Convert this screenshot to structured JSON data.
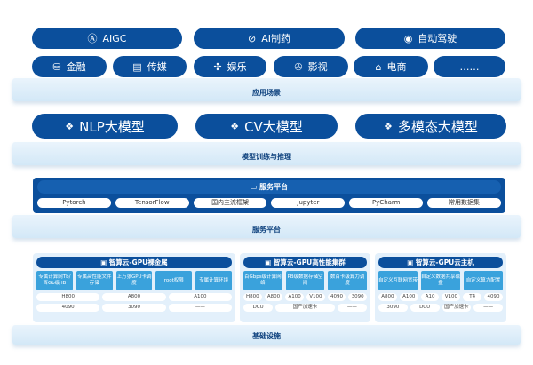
{
  "applications": {
    "primary": [
      {
        "label": "AIGC",
        "icon": "ai-head-icon"
      },
      {
        "label": "AI制药",
        "icon": "pill-icon"
      },
      {
        "label": "自动驾驶",
        "icon": "steering-icon"
      }
    ],
    "secondary": [
      {
        "label": "金融",
        "icon": "coins-icon"
      },
      {
        "label": "传媒",
        "icon": "newspaper-icon"
      },
      {
        "label": "娱乐",
        "icon": "gamepad-icon"
      },
      {
        "label": "影视",
        "icon": "film-reel-icon"
      },
      {
        "label": "电商",
        "icon": "store-icon"
      },
      {
        "label": "……",
        "icon": ""
      }
    ],
    "band_label": "应用场景"
  },
  "models": {
    "items": [
      "NLP大模型",
      "CV大模型",
      "多模态大模型"
    ],
    "band_label": "模型训练与推理"
  },
  "service": {
    "title": "服务平台",
    "chips": [
      "Pytorch",
      "TensorFlow",
      "国内主流框架",
      "Jupyter",
      "PyCharm",
      "常用数据集"
    ],
    "band_label": "服务平台"
  },
  "infra": {
    "band_label": "基础设施",
    "cards": [
      {
        "title": "智算云-GPU裸金属",
        "features": [
          "专属计算网Tb/百Gb级 IB",
          "专属高性能文件存储",
          "上万张GPU卡调度",
          "root权限",
          "专属计算环境"
        ],
        "gpu_rows": [
          [
            "H800",
            "A800",
            "A100"
          ],
          [
            "4090",
            "3090",
            "——"
          ]
        ]
      },
      {
        "title": "智算云-GPU高性能集群",
        "features": [
          "百Gbps级计算网络",
          "PB级数据存储空间",
          "数百卡级算力调度"
        ],
        "gpu_rows": [
          [
            "H800",
            "A800",
            "A100",
            "V100",
            "4090",
            "3090"
          ],
          [
            "DCU",
            "国产加速卡",
            "——"
          ]
        ]
      },
      {
        "title": "智算云-GPU云主机",
        "features": [
          "自定义互联网宽带",
          "自定义数据共享磁盘",
          "自定义算力配置"
        ],
        "gpu_rows": [
          [
            "A800",
            "A100",
            "A10",
            "V100",
            "T4",
            "4090"
          ],
          [
            "3090",
            "DCU",
            "国产加速卡",
            "——"
          ]
        ]
      }
    ]
  }
}
